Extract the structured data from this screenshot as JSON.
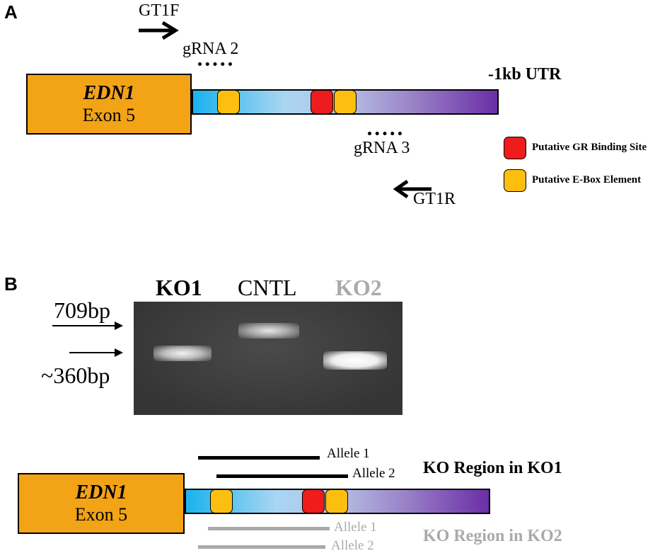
{
  "panel_a": {
    "letter": "A",
    "primer_forward": "GT1F",
    "primer_reverse": "GT1R",
    "grna_left": "gRNA 2",
    "grna_right": "gRNA 3",
    "utr_label": "-1kb UTR",
    "exon": {
      "gene": "EDN1",
      "label": "Exon 5"
    },
    "legend": [
      {
        "label": "Putative GR Binding Site",
        "color": "#ee1c1c"
      },
      {
        "label": "Putative E-Box Element",
        "color": "#fdbf0f"
      }
    ]
  },
  "panel_b": {
    "letter": "B",
    "gel": {
      "lanes": [
        {
          "label": "KO1",
          "color": "#000000",
          "bold": true
        },
        {
          "label": "CNTL",
          "color": "#000000",
          "bold": false
        },
        {
          "label": "KO2",
          "color": "#aaaaaa",
          "bold": true
        }
      ],
      "size_markers": [
        "709bp",
        "~360bp"
      ]
    },
    "exon": {
      "gene": "EDN1",
      "label": "Exon 5"
    },
    "ko1": {
      "title": "KO Region in KO1",
      "alleles": [
        "Allele 1",
        "Allele 2"
      ]
    },
    "ko2": {
      "title": "KO Region in KO2",
      "alleles": [
        "Allele 1",
        "Allele 2"
      ]
    }
  },
  "colors": {
    "exon": "#f3a316",
    "gr_site": "#ee1c1c",
    "ebox": "#fdbf0f",
    "ko1_line": "#000000",
    "ko2_line": "#aaaaaa"
  }
}
